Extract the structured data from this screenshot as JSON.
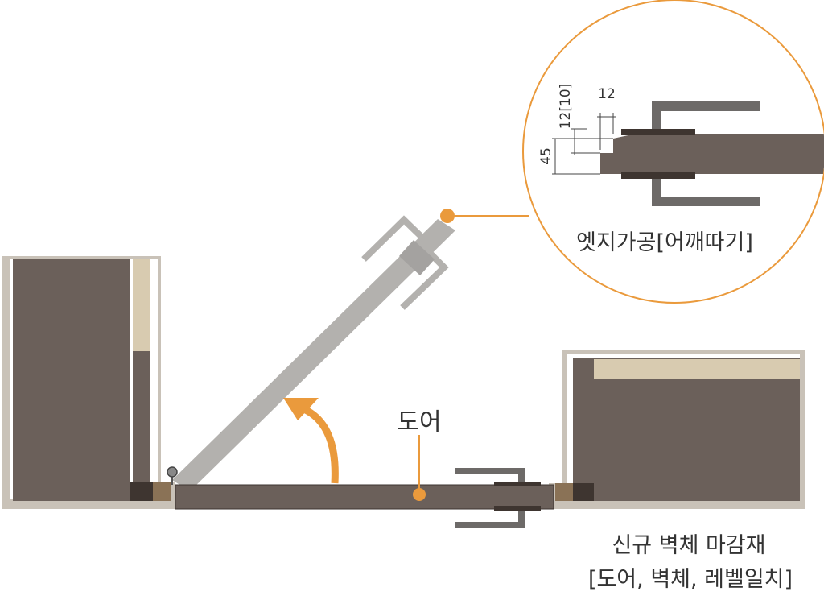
{
  "labels": {
    "door": "도어",
    "detail_caption": "엣지가공[어깨따기]",
    "caption_line1": "신규 벽체 마감재",
    "caption_line2": "[도어, 벽체, 레벨일치]"
  },
  "dimensions": {
    "thickness": "45",
    "step_height": "12[10]",
    "step_width": "12"
  },
  "colors": {
    "wall_fill": "#6b605a",
    "trim": "#d8cbb0",
    "frame": "#c9c2b8",
    "open_door": "#b3b1ae",
    "closed_door": "#6b605a",
    "accent": "#ea9a3c",
    "hardware": "#6d6a68"
  }
}
